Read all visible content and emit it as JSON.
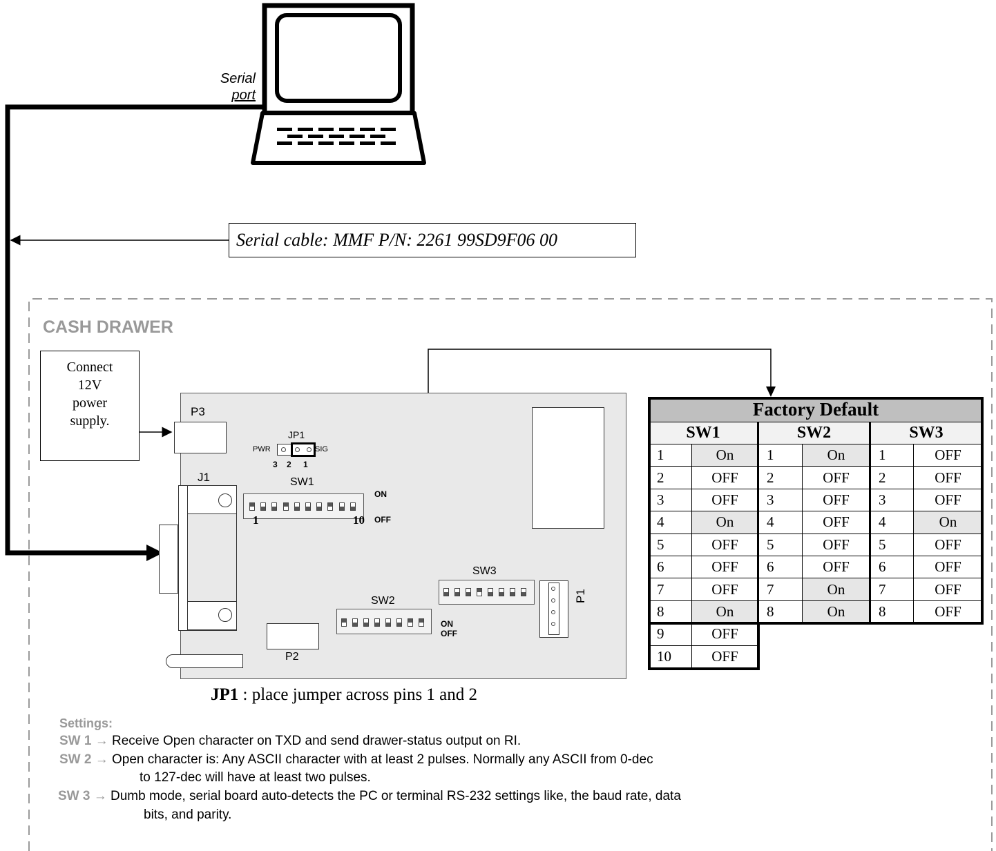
{
  "computer": {
    "port_label_line1": "Serial",
    "port_label_line2": "port"
  },
  "cable": {
    "label": "Serial cable: MMF P/N: 2261 99SD9F06 00"
  },
  "drawer": {
    "title": "CASH DRAWER",
    "power_label_lines": [
      "Connect",
      "12V",
      "power",
      "supply."
    ]
  },
  "board": {
    "p3": "P3",
    "jp1": "JP1",
    "jp1_pwr": "PWR",
    "jp1_sig": "SIG",
    "jp1_pins": [
      "3",
      "2",
      "1"
    ],
    "j1": "J1",
    "sw1": "SW1",
    "sw1_on": "ON",
    "sw1_off": "OFF",
    "sw1_first": "1",
    "sw1_last": "10",
    "sw2": "SW2",
    "sw2_on": "ON",
    "sw2_off": "OFF",
    "sw3": "SW3",
    "p1": "P1",
    "p2": "P2"
  },
  "jp1_note": {
    "bold": "JP1",
    "text": " : place jumper across pins 1 and 2"
  },
  "factory_default": {
    "title": "Factory Default",
    "sw1": {
      "header": "SW1",
      "rows": [
        [
          "1",
          "On"
        ],
        [
          "2",
          "OFF"
        ],
        [
          "3",
          "OFF"
        ],
        [
          "4",
          "On"
        ],
        [
          "5",
          "OFF"
        ],
        [
          "6",
          "OFF"
        ],
        [
          "7",
          "OFF"
        ],
        [
          "8",
          "On"
        ],
        [
          "9",
          "OFF"
        ],
        [
          "10",
          "OFF"
        ]
      ]
    },
    "sw2": {
      "header": "SW2",
      "rows": [
        [
          "1",
          "On"
        ],
        [
          "2",
          "OFF"
        ],
        [
          "3",
          "OFF"
        ],
        [
          "4",
          "OFF"
        ],
        [
          "5",
          "OFF"
        ],
        [
          "6",
          "OFF"
        ],
        [
          "7",
          "On"
        ],
        [
          "8",
          "On"
        ]
      ]
    },
    "sw3": {
      "header": "SW3",
      "rows": [
        [
          "1",
          "OFF"
        ],
        [
          "2",
          "OFF"
        ],
        [
          "3",
          "OFF"
        ],
        [
          "4",
          "On"
        ],
        [
          "5",
          "OFF"
        ],
        [
          "6",
          "OFF"
        ],
        [
          "7",
          "OFF"
        ],
        [
          "8",
          "OFF"
        ]
      ]
    }
  },
  "settings": {
    "heading": "Settings:",
    "items": [
      {
        "label": "SW 1",
        "arrow": "→",
        "lines": [
          "Receive Open character on TXD and send drawer-status output on RI."
        ]
      },
      {
        "label": "SW 2",
        "arrow": "→",
        "lines": [
          "Open character is: Any ASCII character with at least 2 pulses. Normally any ASCII from 0-dec",
          "to 127-dec will have at least two pulses."
        ]
      },
      {
        "label": "SW 3",
        "arrow": "→",
        "lines": [
          "Dumb mode, serial board auto-detects the PC or terminal RS-232 settings like, the baud rate, data",
          "bits, and parity."
        ]
      }
    ]
  },
  "colors": {
    "label_gray": "#999999",
    "board_fill": "#e9e9e9",
    "table_header_fill": "#bfbfbf",
    "on_cell_fill": "#e6e6e6"
  }
}
